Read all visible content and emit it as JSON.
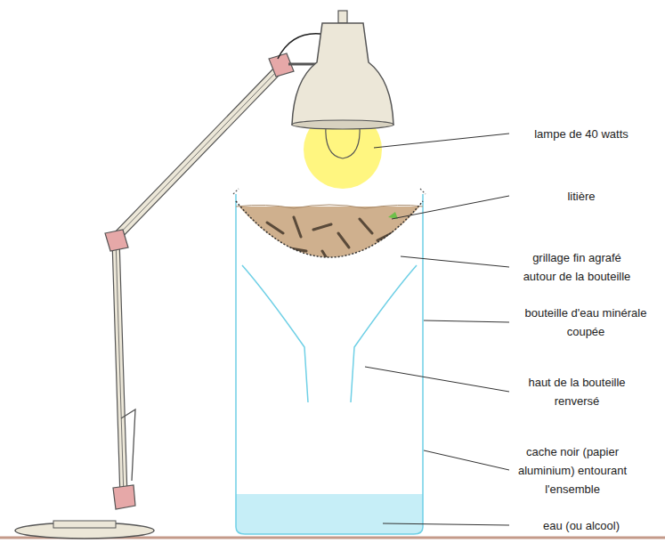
{
  "diagram": {
    "labels": [
      "lampe de 40 watts",
      "litière",
      "grillage fin agrafé autour de la bouteille",
      "bouteille d'eau minérale coupée",
      "haut de la bouteille renversé",
      "cache noir (papier aluminium) entourant l'ensemble",
      "eau (ou alcool)"
    ]
  }
}
